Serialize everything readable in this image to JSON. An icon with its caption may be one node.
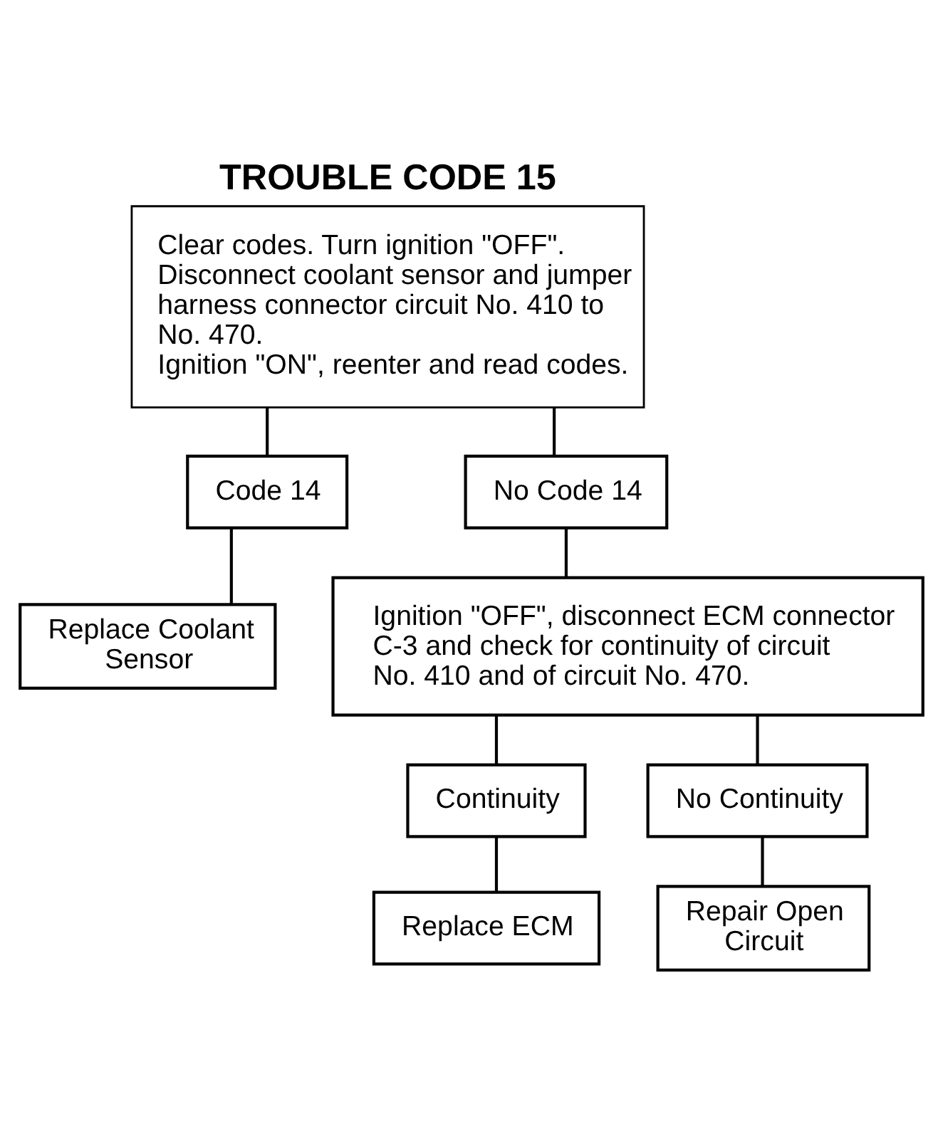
{
  "diagram": {
    "nodes": [
      {
        "text": [
          "TROUBLE CODE 15",
          "Clear codes. Turn ignition \"OFF\".",
          "Disconnect coolant sensor and jumper harness connector circuit No. 410 to No. 470.",
          "Ignition \"ON\", reenter and read codes."
        ]
      },
      {
        "text": [
          "Code 14"
        ]
      },
      {
        "text": [
          "No Code 14"
        ]
      },
      {
        "text": [
          "Replace Coolant Sensor"
        ]
      },
      {
        "text": [
          "Ignition \"OFF\", disconnect ECM connector C-3 and check for continuity of circuit No. 410 and of circuit No. 470."
        ]
      },
      {
        "text": [
          "Continuity"
        ]
      },
      {
        "text": [
          "No Continuity"
        ]
      },
      {
        "text": [
          "Replace ECM"
        ]
      },
      {
        "text": [
          "Repair Open Circuit"
        ]
      }
    ],
    "edges": [
      {
        "from": 0,
        "to": 1,
        "arrow": "none"
      },
      {
        "from": 0,
        "to": 2,
        "arrow": "none"
      },
      {
        "from": 1,
        "to": 3,
        "arrow": "none"
      },
      {
        "from": 2,
        "to": 4,
        "arrow": "none"
      },
      {
        "from": 4,
        "to": 5,
        "arrow": "none"
      },
      {
        "from": 4,
        "to": 6,
        "arrow": "none"
      },
      {
        "from": 5,
        "to": 7,
        "arrow": "none"
      },
      {
        "from": 6,
        "to": 8,
        "arrow": "none"
      }
    ]
  }
}
